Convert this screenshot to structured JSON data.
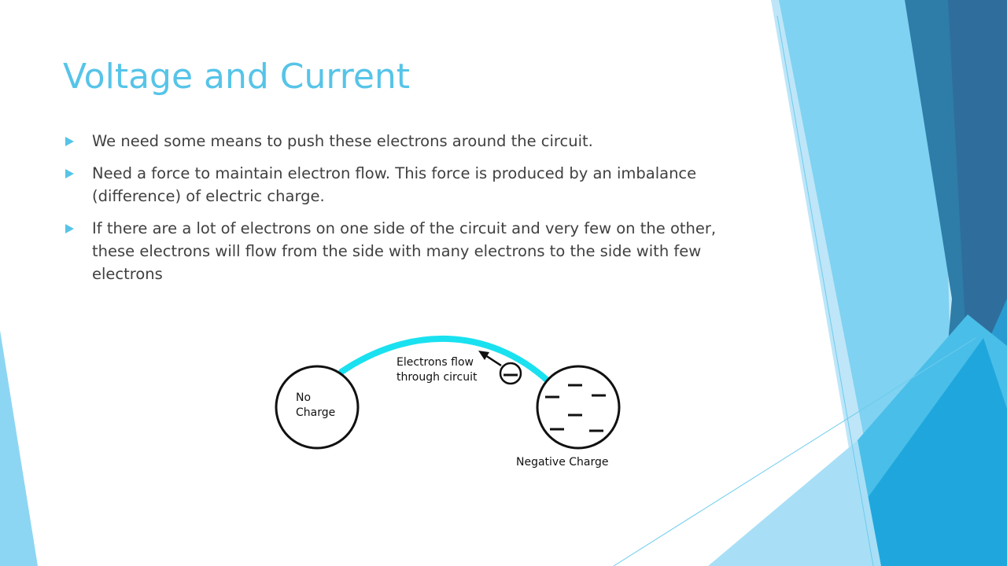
{
  "slide": {
    "title": "Voltage and Current",
    "bullets": [
      {
        "text": "We need some means to push these electrons around the circuit."
      },
      {
        "text": "Need a force to maintain electron flow. This force is produced by an imbalance (difference) of electric charge."
      },
      {
        "text": "If there are a lot of electrons on one side of the circuit and very few on the other, these electrons will flow from the side with many electrons to the side with few electrons"
      }
    ]
  },
  "diagram": {
    "left_sphere": {
      "label_line1": "No",
      "label_line2": "Charge"
    },
    "right_sphere": {
      "label": "Negative Charge"
    },
    "flow_label": {
      "line1": "Electrons flow",
      "line2": "through circuit"
    }
  },
  "colors": {
    "accent": "#56C4E8",
    "wire": "#19E1F0",
    "body_text": "#404040"
  },
  "icons": {
    "bullet": "triangle-right-icon",
    "electron": "minus-sign-icon"
  }
}
